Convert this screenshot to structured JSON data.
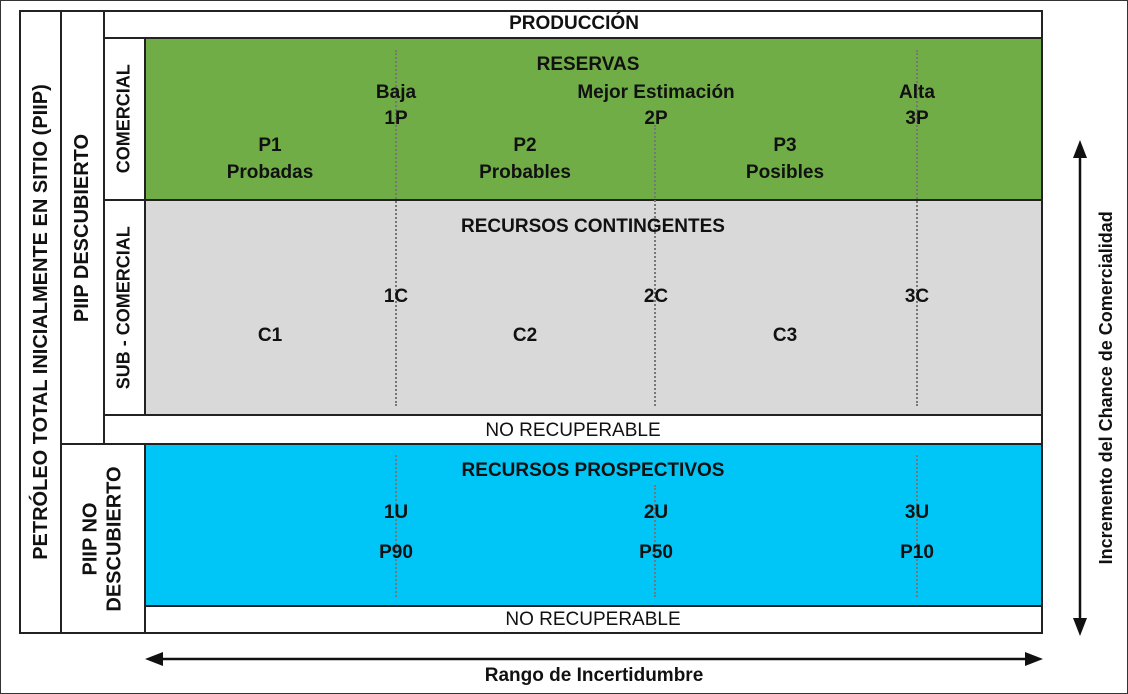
{
  "left_axis": {
    "piip_total": "PETRÓLEO TOTAL INICIALMENTE EN SITIO (PIIP)"
  },
  "piip_groups": {
    "descubierto": "PIIP DESCUBIERTO",
    "no_descubierto_line1": "PIIP NO",
    "no_descubierto_line2": "DESCUBIERTO"
  },
  "sub_groups": {
    "comercial": "COMERCIAL",
    "sub_comercial": "SUB - COMERCIAL"
  },
  "produccion": "PRODUCCIÓN",
  "reservas": {
    "title": "RESERVAS",
    "scenarios": [
      {
        "name": "Baja",
        "code": "1P"
      },
      {
        "name": "Mejor Estimación",
        "code": "2P"
      },
      {
        "name": "Alta",
        "code": "3P"
      }
    ],
    "classes": [
      {
        "code": "P1",
        "name": "Probadas"
      },
      {
        "code": "P2",
        "name": "Probables"
      },
      {
        "code": "P3",
        "name": "Posibles"
      }
    ]
  },
  "contingentes": {
    "title": "RECURSOS CONTINGENTES",
    "scenarios": [
      "1C",
      "2C",
      "3C"
    ],
    "classes": [
      "C1",
      "C2",
      "C3"
    ]
  },
  "no_recuperable": "NO RECUPERABLE",
  "prospectivos": {
    "title": "RECURSOS PROSPECTIVOS",
    "scenarios": [
      {
        "code": "1U",
        "prob": "P90"
      },
      {
        "code": "2U",
        "prob": "P50"
      },
      {
        "code": "3U",
        "prob": "P10"
      }
    ]
  },
  "bottom_axis": "Rango de Incertidumbre",
  "right_axis": "Incremento del Chance de Comercialidad",
  "colors": {
    "reservas": "#70ad47",
    "contingentes": "#d9d9d9",
    "prospectivos": "#00c5f7",
    "border": "#222222"
  }
}
